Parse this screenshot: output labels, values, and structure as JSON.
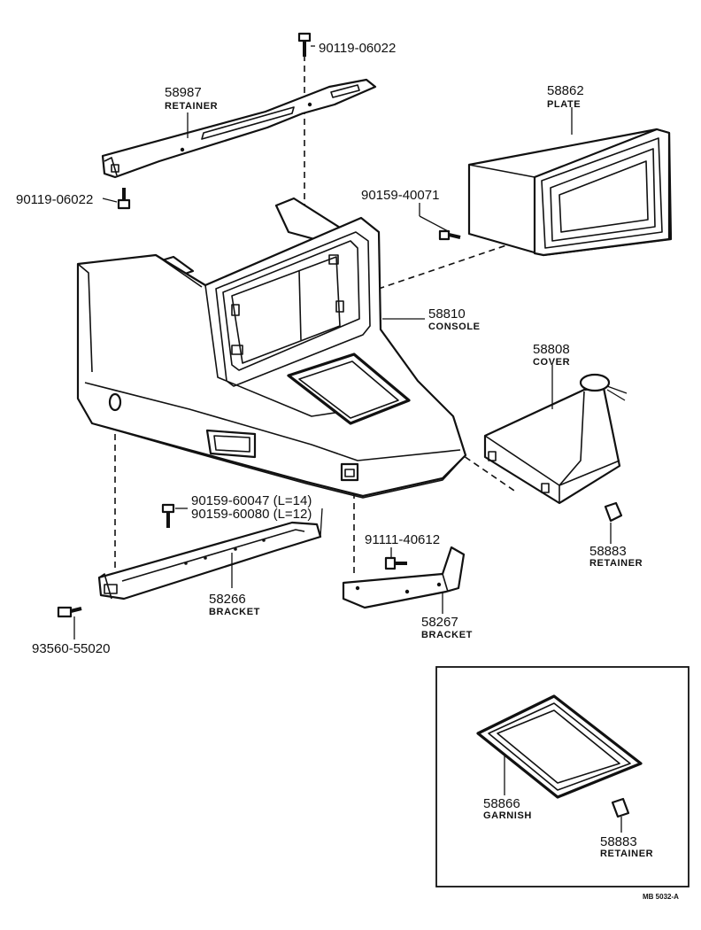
{
  "callouts": {
    "bolt_top": {
      "number": "90119-06022"
    },
    "retainer_top": {
      "number": "58987",
      "name": "RETAINER"
    },
    "bolt_left": {
      "number": "90119-06022"
    },
    "plate": {
      "number": "58862",
      "name": "PLATE"
    },
    "screw_plate": {
      "number": "90159-40071"
    },
    "console": {
      "number": "58810",
      "name": "CONSOLE"
    },
    "cover": {
      "number": "58808",
      "name": "COVER"
    },
    "screw_a": {
      "number": "90159-60047 (L=14)"
    },
    "screw_b": {
      "number": "90159-60080 (L=12)"
    },
    "screw_bracket_right": {
      "number": "91111-40612"
    },
    "retainer_right": {
      "number": "58883",
      "name": "RETAINER"
    },
    "bracket_left": {
      "number": "58266",
      "name": "BRACKET"
    },
    "bracket_right": {
      "number": "58267",
      "name": "BRACKET"
    },
    "nut_left": {
      "number": "93560-55020"
    },
    "garnish": {
      "number": "58866",
      "name": "GARNISH"
    },
    "retainer_inset": {
      "number": "58883",
      "name": "RETAINER"
    }
  },
  "drawing_ref": "MB 5032-A"
}
